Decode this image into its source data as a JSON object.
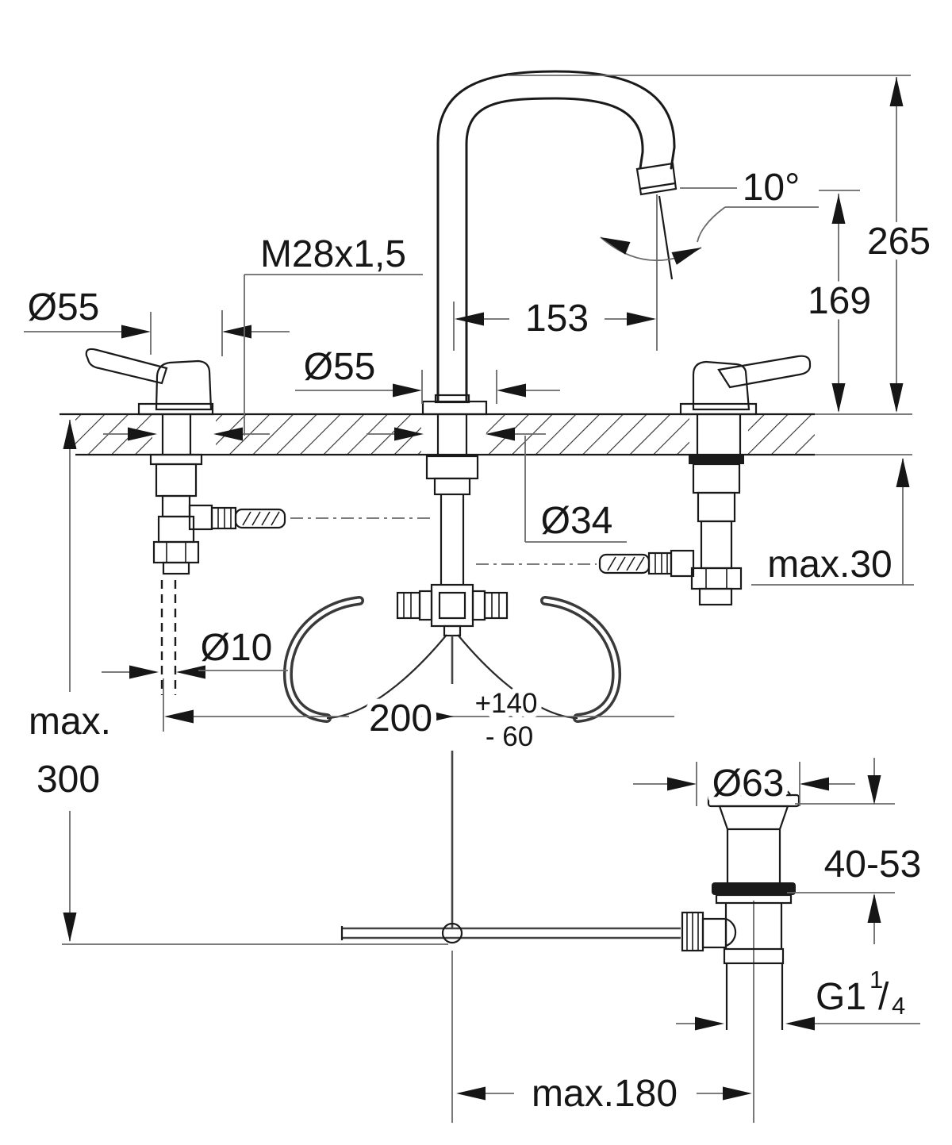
{
  "drawing": {
    "title": "3-hole basin mixer installation dimension drawing",
    "colors": {
      "object_line": "#1a1a1a",
      "dimension_line": "#6a6a6a",
      "background": "#ffffff"
    }
  },
  "dims": {
    "escutcheon_left": "Ø55",
    "thread_shank": "M28x1,5",
    "escutcheon_center": "Ø55",
    "spout_reach": "153",
    "swivel_angle": "10°",
    "height_total": "265",
    "height_outlet": "169",
    "deck_hole": "Ø34",
    "deck_thickness": "max.30",
    "pull_rod_dia": "Ø10",
    "hole_spacing": "200",
    "hole_spacing_plus": "+140",
    "hole_spacing_minus": "- 60",
    "rod_length_word": "max.",
    "rod_length_value": "300",
    "waste_flange": "Ø63",
    "clamp_range": "40-53",
    "waste_thread_main": "G1",
    "waste_thread_sup": "1",
    "waste_thread_slash": "/",
    "waste_thread_sub": "4",
    "lever_reach": "max.180"
  }
}
